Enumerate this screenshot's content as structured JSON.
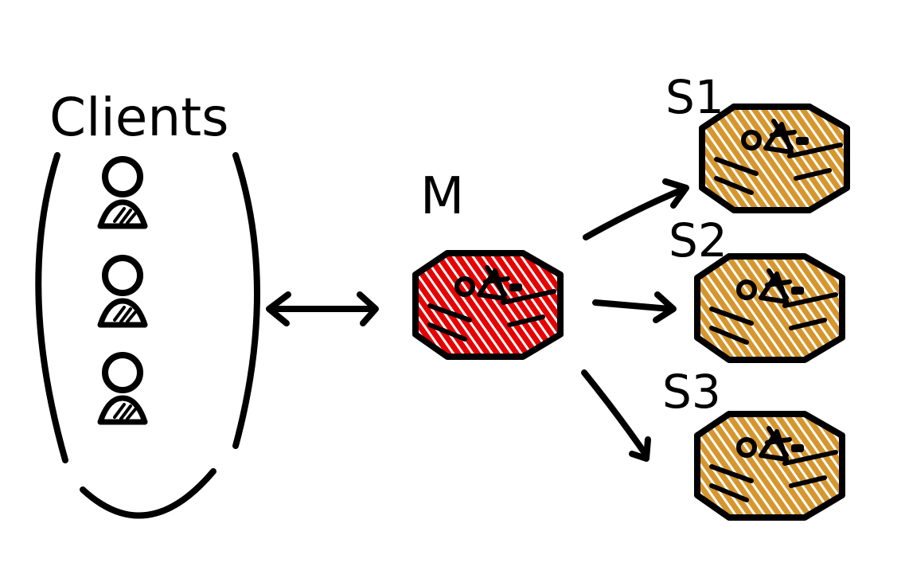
{
  "clients": {
    "label": "Clients",
    "count": 3
  },
  "master": {
    "label": "M",
    "color": "#e60000"
  },
  "slaves": [
    {
      "label": "S1",
      "color": "#d6962e"
    },
    {
      "label": "S2",
      "color": "#d6962e"
    },
    {
      "label": "S3",
      "color": "#d6962e"
    }
  ]
}
